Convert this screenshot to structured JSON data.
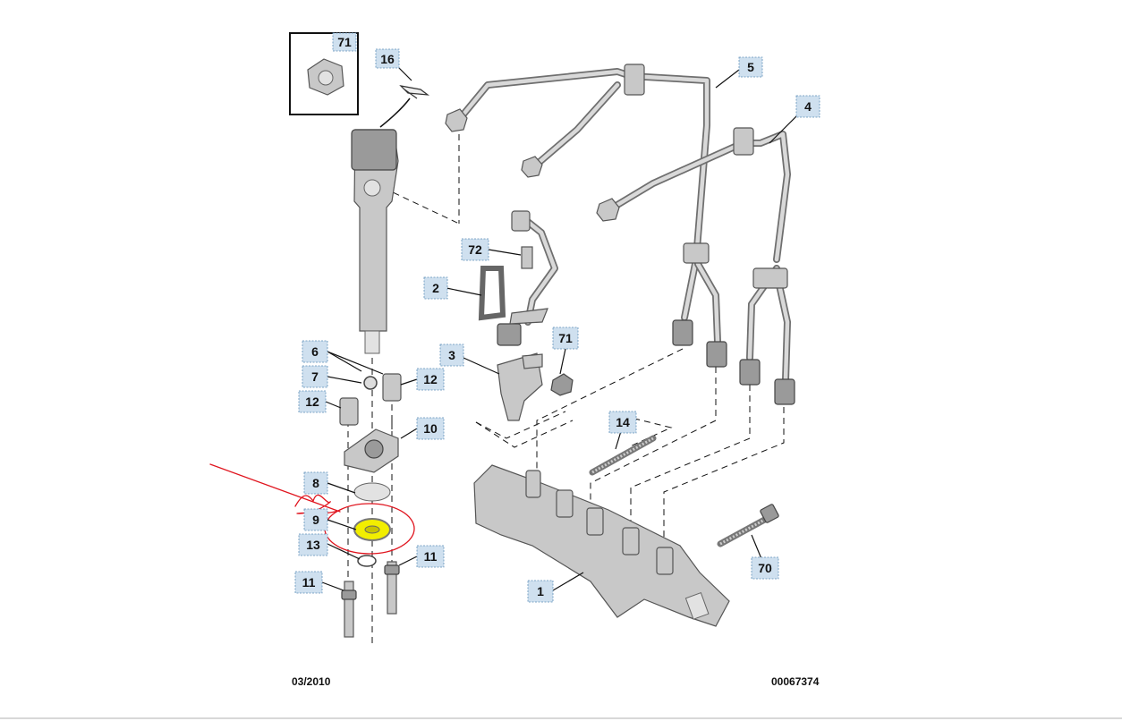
{
  "callouts": {
    "c71_inset": "71",
    "c16": "16",
    "c5": "5",
    "c4": "4",
    "c72": "72",
    "c2": "2",
    "c71": "71",
    "c3": "3",
    "c6": "6",
    "c7": "7",
    "c12_right": "12",
    "c12_left": "12",
    "c10": "10",
    "c14": "14",
    "c8": "8",
    "c9": "9",
    "c13": "13",
    "c11_right": "11",
    "c11_left": "11",
    "c1": "1",
    "c70": "70"
  },
  "footer": {
    "date": "03/2010",
    "reference": "00067374"
  },
  "colors": {
    "callout_fill": "#cfe0ef",
    "highlight": "#f2ee00",
    "annotation_red": "#e0141e"
  }
}
